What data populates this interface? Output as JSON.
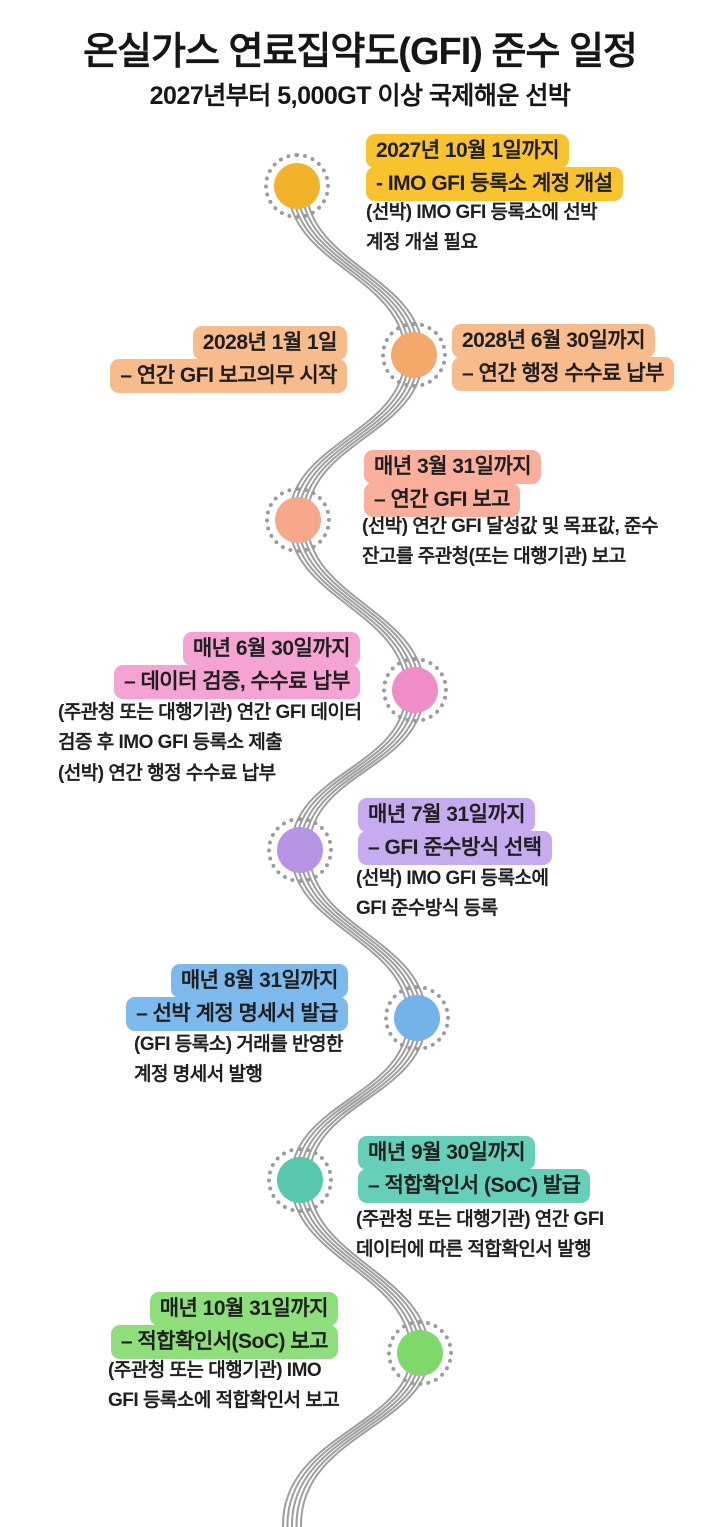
{
  "header": {
    "title": "온실가스 연료집약도(GFI) 준수 일정",
    "subtitle": "2027년부터 5,000GT 이상 국제해운 선박"
  },
  "timeline": {
    "line_color": "#9e9e9e",
    "ring_dot_color": "#9b9b9b",
    "text_color": "#1f1f1f",
    "milestones": [
      {
        "id": "imo-gfi-account-opening",
        "node_color": "#F2B32B",
        "highlight_color": "#F9C32F",
        "label_lines": [
          "2027년 10월 1일까지",
          "- IMO GFI 등록소 계정 개설"
        ],
        "body_lines": [
          "(선박) IMO GFI 등록소에 선박",
          "계정 개설 필요"
        ]
      },
      {
        "id": "annual-reporting-duty-and-fee",
        "node_color": "#F4A96B",
        "highlight_color": "#F8BC8C",
        "label_left_lines": [
          "2028년 1월 1일",
          "– 연간 GFI 보고의무 시작"
        ],
        "label_right_lines": [
          "2028년 6월 30일까지",
          "– 연간 행정 수수료 납부"
        ]
      },
      {
        "id": "annual-gfi-report",
        "node_color": "#F7A78A",
        "highlight_color": "#FAAF9D",
        "label_lines": [
          "매년 3월 31일까지",
          "– 연간 GFI 보고"
        ],
        "body_lines": [
          "(선박) 연간 GFI 달성값 및 목표값, 준수",
          "잔고를 주관청(또는 대행기관) 보고"
        ]
      },
      {
        "id": "data-verification-fee-payment",
        "node_color": "#F08CC6",
        "highlight_color": "#F5A3D3",
        "label_lines": [
          "매년 6월 30일까지",
          "– 데이터 검증, 수수료 납부"
        ],
        "body_lines": [
          "(주관청 또는 대행기관) 연간 GFI 데이터",
          "검증 후 IMO GFI 등록소 제출",
          "(선박) 연간 행정 수수료 납부"
        ]
      },
      {
        "id": "gfi-compliance-method-selection",
        "node_color": "#B594E3",
        "highlight_color": "#C7ABEF",
        "label_lines": [
          "매년 7월 31일까지",
          "– GFI 준수방식 선택"
        ],
        "body_lines": [
          "(선박) IMO GFI 등록소에",
          "GFI 준수방식 등록"
        ]
      },
      {
        "id": "ship-account-statement-issuance",
        "node_color": "#74B3EA",
        "highlight_color": "#7CBAEE",
        "label_lines": [
          "매년 8월 31일까지",
          "– 선박 계정 명세서 발급"
        ],
        "body_lines": [
          "(GFI 등록소) 거래를 반영한",
          "계정 명세서 발행"
        ]
      },
      {
        "id": "soc-issuance",
        "node_color": "#57C7AE",
        "highlight_color": "#66CFB9",
        "label_lines": [
          "매년 9월 30일까지",
          "– 적합확인서 (SoC) 발급"
        ],
        "body_lines": [
          "(주관청 또는 대행기관) 연간 GFI",
          "데이터에 따른 적합확인서 발행"
        ]
      },
      {
        "id": "soc-reporting",
        "node_color": "#7ED96A",
        "highlight_color": "#8EDF7C",
        "label_lines": [
          "매년 10월 31일까지",
          "– 적합확인서(SoC) 보고"
        ],
        "body_lines": [
          "(주관청 또는 대행기관) IMO",
          "GFI 등록소에 적합확인서 보고"
        ]
      }
    ]
  }
}
